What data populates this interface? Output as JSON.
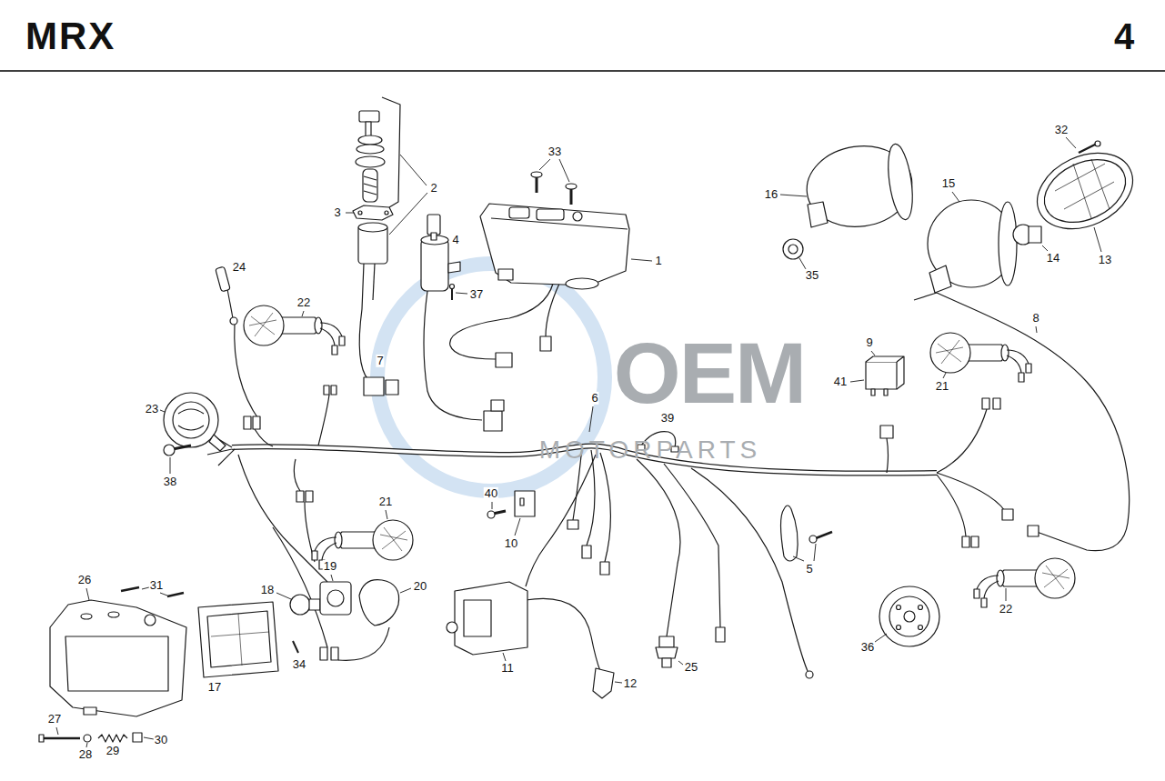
{
  "diagram": {
    "title": "MRX",
    "labels": [
      "4",
      "32",
      "33",
      "2",
      "3",
      "16",
      "15",
      "24",
      "4",
      "37",
      "1",
      "13",
      "14",
      "35",
      "22",
      "7",
      "8",
      "9",
      "41",
      "21",
      "6",
      "39",
      "23",
      "38",
      "21",
      "40",
      "10",
      "5",
      "31",
      "26",
      "19",
      "20",
      "18",
      "34",
      "17",
      "11",
      "12",
      "25",
      "36",
      "22",
      "27",
      "28",
      "29",
      "30",
      "OEM",
      "MOTORPARTS"
    ]
  }
}
